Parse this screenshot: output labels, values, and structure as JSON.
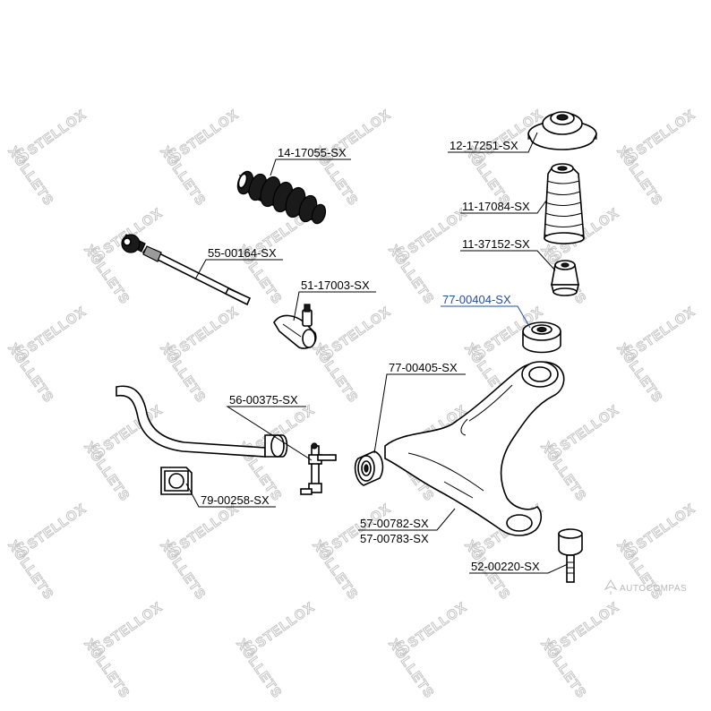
{
  "watermark": {
    "brand": "STELLOX"
  },
  "attribution": {
    "text": "AUTOCOMPAS"
  },
  "callouts": [
    {
      "id": "p1",
      "label": "14-17055-SX",
      "highlight": false
    },
    {
      "id": "p2",
      "label": "55-00164-SX",
      "highlight": false
    },
    {
      "id": "p3",
      "label": "51-17003-SX",
      "highlight": false
    },
    {
      "id": "p4",
      "label": "12-17251-SX",
      "highlight": false
    },
    {
      "id": "p5",
      "label": "11-17084-SX",
      "highlight": false
    },
    {
      "id": "p6",
      "label": "11-37152-SX",
      "highlight": false
    },
    {
      "id": "p7",
      "label": "77-00404-SX",
      "highlight": true
    },
    {
      "id": "p8",
      "label": "77-00405-SX",
      "highlight": false
    },
    {
      "id": "p9",
      "label": "56-00375-SX",
      "highlight": false
    },
    {
      "id": "p10",
      "label": "79-00258-SX",
      "highlight": false
    },
    {
      "id": "p11",
      "label": "57-00782-SX",
      "highlight": false
    },
    {
      "id": "p12",
      "label": "57-00783-SX",
      "highlight": false
    },
    {
      "id": "p13",
      "label": "52-00220-SX",
      "highlight": false
    }
  ],
  "colors": {
    "highlight": "#1f4f9a",
    "watermark": "#c4c4c4",
    "line": "#000000"
  }
}
